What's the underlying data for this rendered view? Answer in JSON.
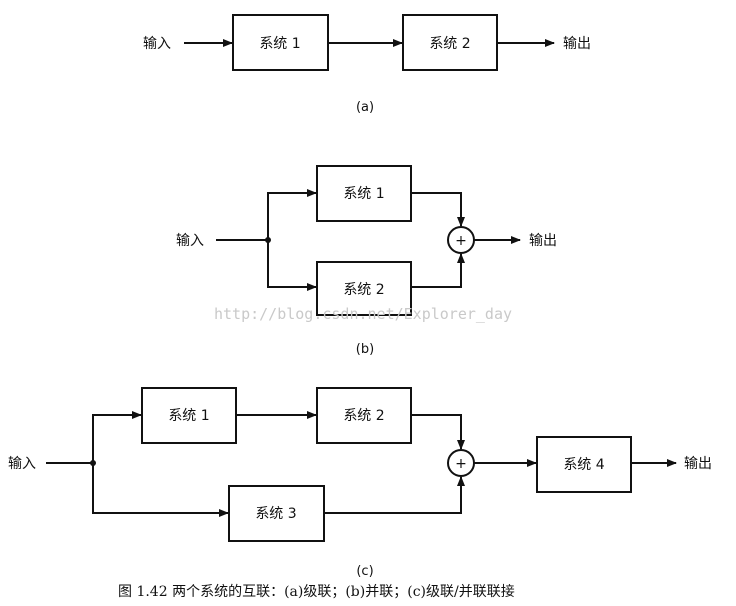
{
  "diagram_a": {
    "input": "输入",
    "output": "输出",
    "system1": "系统 1",
    "system2": "系统 2",
    "caption": "(a)"
  },
  "diagram_b": {
    "input": "输入",
    "output": "输出",
    "system1": "系统 1",
    "system2": "系统 2",
    "sum": "+",
    "caption": "(b)"
  },
  "diagram_c": {
    "input": "输入",
    "output": "输出",
    "system1": "系统 1",
    "system2": "系统 2",
    "system3": "系统 3",
    "system4": "系统 4",
    "sum": "+",
    "caption": "(c)"
  },
  "watermark": "http://blog.csdn.net/Explorer_day",
  "figure_caption": "图 1.42  两个系统的互联：(a)级联；(b)并联；(c)级联/并联联接"
}
